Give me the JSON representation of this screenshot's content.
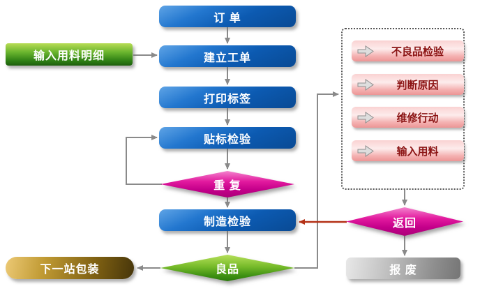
{
  "colors": {
    "process_blue": "#0c5ab1",
    "material_green": "#2c7d14",
    "decision_magenta": "#c4008a",
    "good_green": "#3c8f12",
    "defect_pink": "#f4b1b1",
    "defect_text": "#8c1414",
    "packaging_brown": "#7d5f12",
    "scrap_gray": "#8f8f8f",
    "connector_gray": "#8a8a8a",
    "return_arrow_red": "#b43116"
  },
  "nodes": {
    "order": "订 单",
    "input_material_detail": "输入用料明细",
    "create_work_order": "建立工单",
    "print_label": "打印标签",
    "label_inspection": "贴标检验",
    "repeat": "重 复",
    "manufacturing_inspection": "制造检验",
    "good_product": "良品",
    "next_station_packaging": "下一站包装",
    "return": "返回",
    "scrap": "报 废"
  },
  "defect_panel": {
    "items": [
      "不良品检验",
      "判断原因",
      "维修行动",
      "输入用料"
    ]
  }
}
